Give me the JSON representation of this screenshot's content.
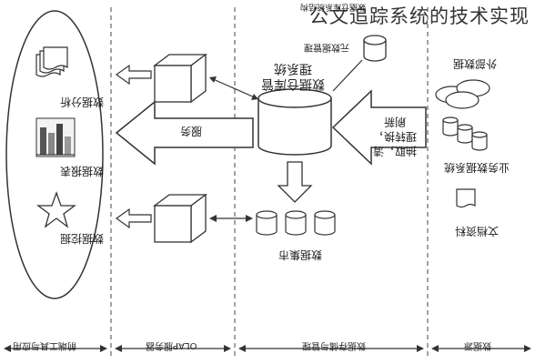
{
  "overlay_title": "公文追踪系统的技术实现",
  "top_title": "数据仓库系统结构",
  "columns": {
    "front_end": "前端工具与应用",
    "olap": "OLAP服务器",
    "storage": "数据存储与管理",
    "sources": "数据源"
  },
  "front_tools": [
    "数据分析",
    "数据报表",
    "数据挖掘"
  ],
  "warehouse": {
    "label": "数据仓库管理系统",
    "metadata": "元数据管理",
    "datamart": "数据集市"
  },
  "arrows": {
    "serve": "服务",
    "etl": "抽取，清理转换，刷新"
  },
  "sources": [
    "外部数据",
    "业务数据系统",
    "文档资料"
  ]
}
